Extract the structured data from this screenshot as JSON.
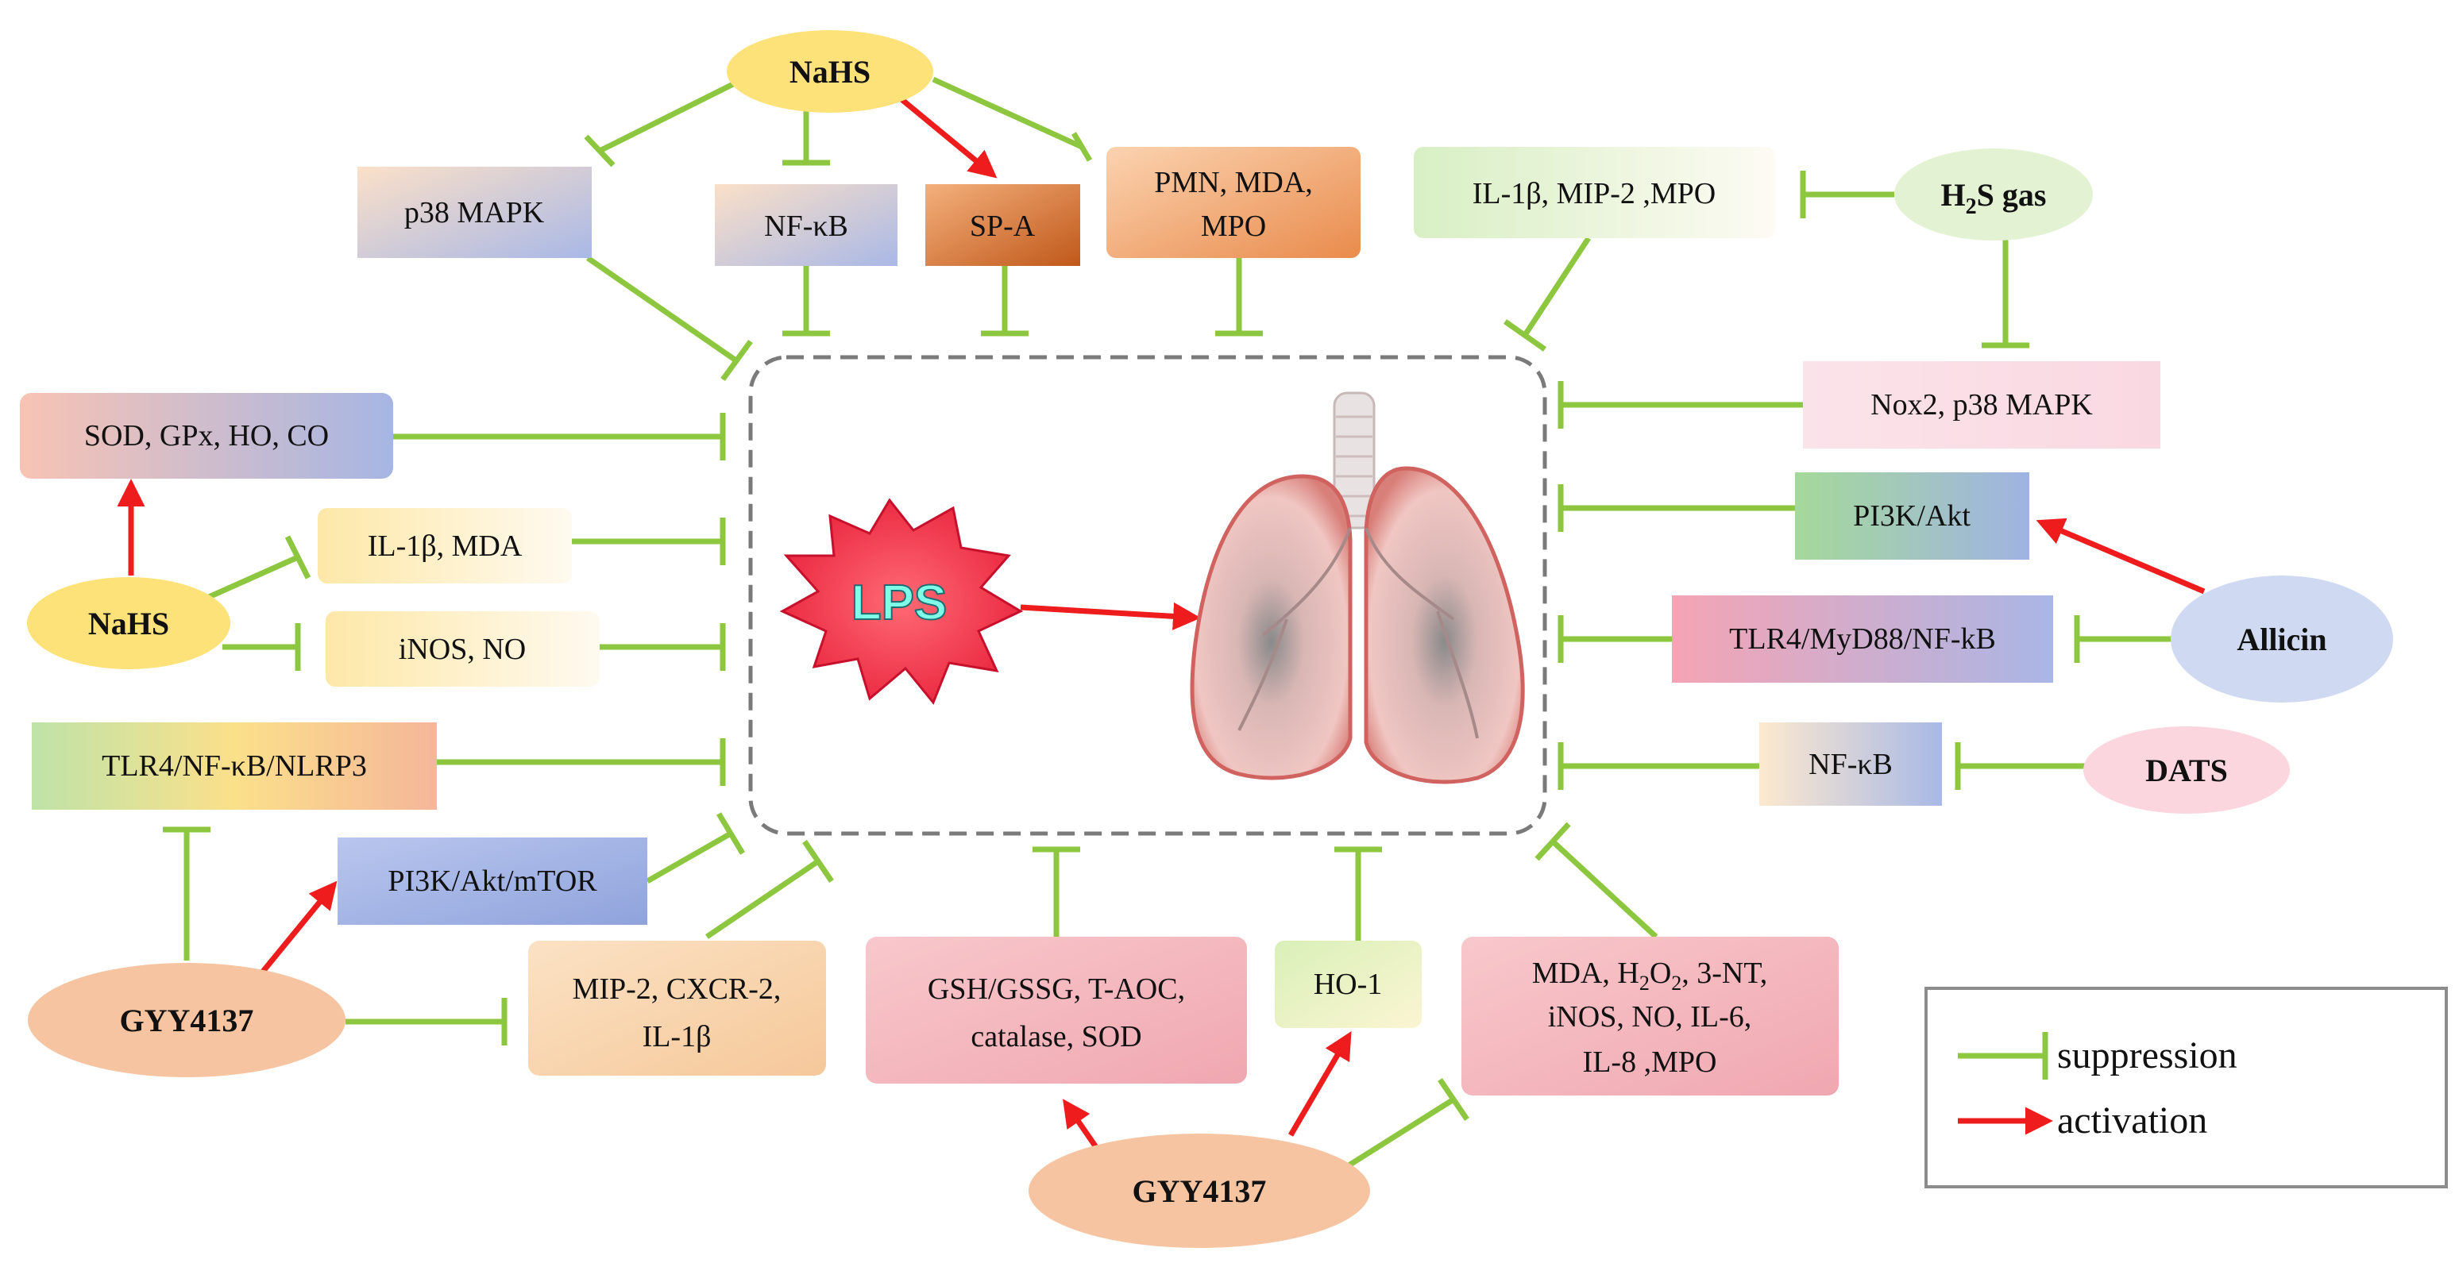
{
  "colors": {
    "suppression": "#8dc63f",
    "activation": "#ee1c1c",
    "border_dash": "#777777"
  },
  "center": {
    "lps_label": "LPS",
    "lung_icon": "lung-icon"
  },
  "sources": {
    "nahs_top": "NaHS",
    "nahs_left": "NaHS",
    "h2s_gas": "H2S gas",
    "allicin": "Allicin",
    "dats": "DATS",
    "gyy_left": "GYY4137",
    "gyy_bottom": "GYY4137"
  },
  "targets": {
    "p38": "p38 MAPK",
    "nfkb_top": "NF-κB",
    "spa": "SP-A",
    "pmn": [
      "PMN, MDA,",
      "MPO"
    ],
    "il1b_mip2": "IL-1β, MIP-2 ,MPO",
    "nox2": "Nox2, p38 MAPK",
    "pi3k_akt": "PI3K/Akt",
    "tlr4_myd88": "TLR4/MyD88/NF-kB",
    "nfkb_right": "NF-κB",
    "sod_gpx": "SOD, GPx, HO, CO",
    "il1b_mda": "IL-1β, MDA",
    "inos_no": "iNOS, NO",
    "tlr4_nlrp3": "TLR4/NF-κB/NLRP3",
    "pi3k_mtor": "PI3K/Akt/mTOR",
    "mip2_cxcr2": [
      "MIP-2, CXCR-2,",
      "IL-1β"
    ],
    "gsh": [
      "GSH/GSSG, T-AOC,",
      "catalase, SOD"
    ],
    "ho1": "HO-1",
    "mda_h2o2": [
      "MDA, H2O2, 3-NT,",
      "iNOS, NO, IL-6,",
      "IL-8 ,MPO"
    ]
  },
  "legend": {
    "suppression": "suppression",
    "activation": "activation"
  }
}
